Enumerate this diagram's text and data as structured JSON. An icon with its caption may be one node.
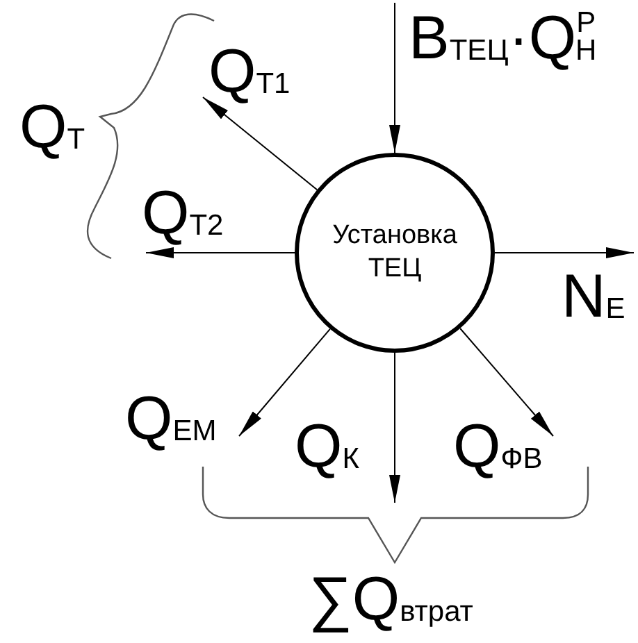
{
  "diagram": {
    "nodes": [
      {
        "text": [
          "Установка ТЕЦ"
        ]
      },
      {
        "text": [
          "Q$_{Т1}$"
        ]
      },
      {
        "text": [
          "Q$_{Т2}$"
        ]
      },
      {
        "text": [
          "N$_{Е}$"
        ]
      },
      {
        "text": [
          "Q$_{ЕМ}$"
        ]
      },
      {
        "text": [
          "Q$_{К}$"
        ]
      },
      {
        "text": [
          "Q$_{ФВ}$"
        ]
      }
    ],
    "edges": [
      {
        "from": null,
        "to": 0,
        "arrow": "to",
        "label": "B$_{ТЕЦ}$·Q$^{Р}$$_{Н}$"
      },
      {
        "from": 0,
        "to": 1,
        "arrow": "to"
      },
      {
        "from": 0,
        "to": 2,
        "arrow": "to"
      },
      {
        "from": 0,
        "to": 3,
        "arrow": "to"
      },
      {
        "from": 0,
        "to": 4,
        "arrow": "to"
      },
      {
        "from": 0,
        "to": 5,
        "arrow": "to"
      },
      {
        "from": 0,
        "to": 6,
        "arrow": "to"
      }
    ],
    "labels": [
      "Q$_{Т}$",
      "∑Q$_{втрат}$"
    ]
  }
}
